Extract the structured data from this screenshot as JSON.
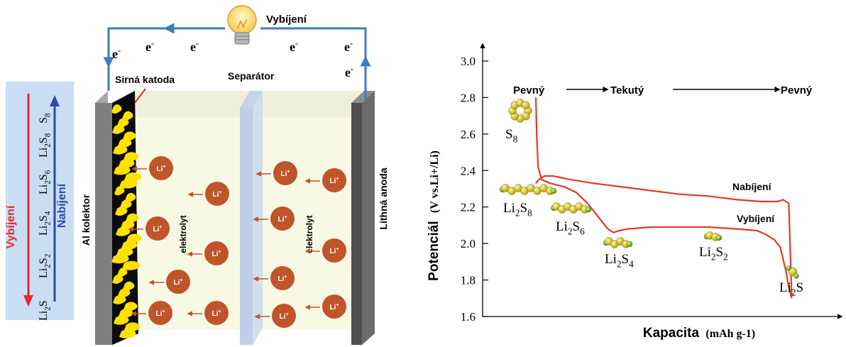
{
  "legend_panel": {
    "species_sub": [
      "S8",
      "Li2S8",
      "Li2S6",
      "Li2S4",
      "Li2S2",
      "Li2S"
    ],
    "discharge_label": "Vybíjení",
    "charge_label": "Nabíjení",
    "discharge_color": "#e8262c",
    "charge_color": "#2d4aa8"
  },
  "cell": {
    "bulb_label": "Vybíjení",
    "electron": "e",
    "electron_sup": "-",
    "cathode_label": "Sirná katoda",
    "separator_label": "Separátor",
    "collector_label": "Al kolektor",
    "anode_label": "Lithná anoda",
    "electrolyte_label": "elektrolyt",
    "ion": "Li",
    "ion_sup": "+",
    "wire_color": "#3a7cc2",
    "ion_color": "#c0542a",
    "sulfur_color": "#ffe100"
  },
  "chart_data": {
    "type": "line",
    "phase_labels": [
      "Pevný",
      "Tekutý",
      "Pevný"
    ],
    "ylabel": "Potenciál",
    "ylabel_unit": "(V vs.Li+/Li)",
    "xlabel": "Kapacita",
    "xlabel_unit": "(mAh g-1)",
    "ylim": [
      1.6,
      3.0
    ],
    "yticks": [
      "1.6",
      "1.8",
      "2.0",
      "2.2",
      "2.4",
      "2.6",
      "2.8",
      "3.0"
    ],
    "series": [
      {
        "name": "Nabíjení",
        "color": "#e23a2a",
        "x": [
          0.0,
          0.01,
          0.03,
          0.06,
          0.12,
          0.2,
          0.3,
          0.4,
          0.5,
          0.6,
          0.7,
          0.78,
          0.84,
          0.86,
          0.88,
          0.89
        ],
        "y": [
          2.33,
          2.35,
          2.37,
          2.37,
          2.35,
          2.33,
          2.31,
          2.29,
          2.27,
          2.26,
          2.24,
          2.23,
          2.23,
          2.24,
          2.22,
          1.71
        ]
      },
      {
        "name": "Vybíjení",
        "color": "#e23a2a",
        "x": [
          0.0,
          0.003,
          0.008,
          0.02,
          0.05,
          0.1,
          0.14,
          0.18,
          0.22,
          0.25,
          0.27,
          0.29,
          0.32,
          0.4,
          0.5,
          0.6,
          0.7,
          0.77,
          0.8,
          0.83,
          0.85,
          0.87,
          0.88,
          0.89
        ],
        "y": [
          2.8,
          2.6,
          2.42,
          2.35,
          2.33,
          2.31,
          2.28,
          2.22,
          2.14,
          2.08,
          2.06,
          2.07,
          2.08,
          2.09,
          2.09,
          2.09,
          2.08,
          2.07,
          2.05,
          2.02,
          1.98,
          1.85,
          1.76,
          1.7
        ]
      }
    ],
    "molecule_labels": [
      "S8",
      "Li2S8",
      "Li2S6",
      "Li2S4",
      "Li2S2",
      "Li2S"
    ]
  }
}
